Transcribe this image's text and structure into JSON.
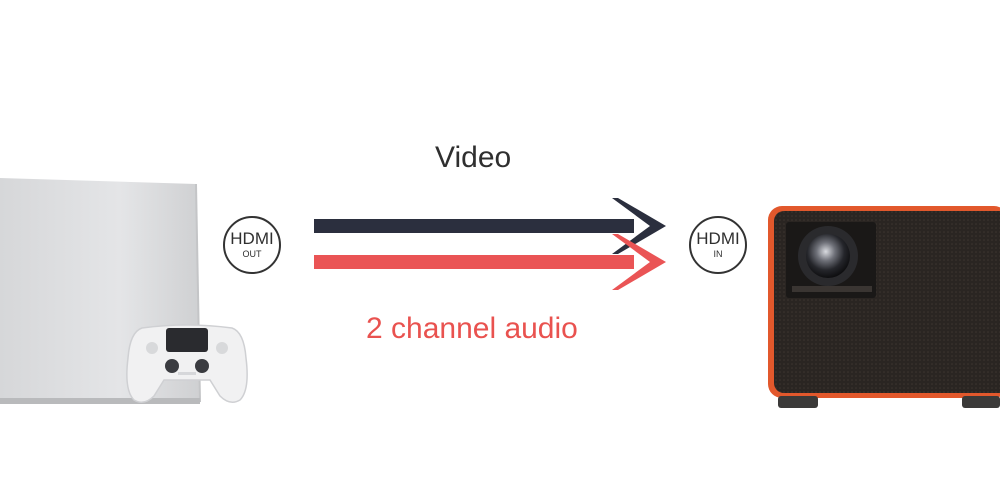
{
  "labels": {
    "video": "Video",
    "audio": "2 channel audio"
  },
  "badges": {
    "out": {
      "title": "HDMI",
      "sub": "OUT"
    },
    "in": {
      "title": "HDMI",
      "sub": "IN"
    }
  },
  "colors": {
    "video_arrow": "#2b2f3e",
    "audio_arrow": "#ea5455",
    "audio_text": "#e9524f",
    "projector_accent": "#e2582c"
  },
  "icons": {
    "console": "game-console-icon",
    "controller": "gamepad-icon",
    "projector": "projector-icon"
  }
}
